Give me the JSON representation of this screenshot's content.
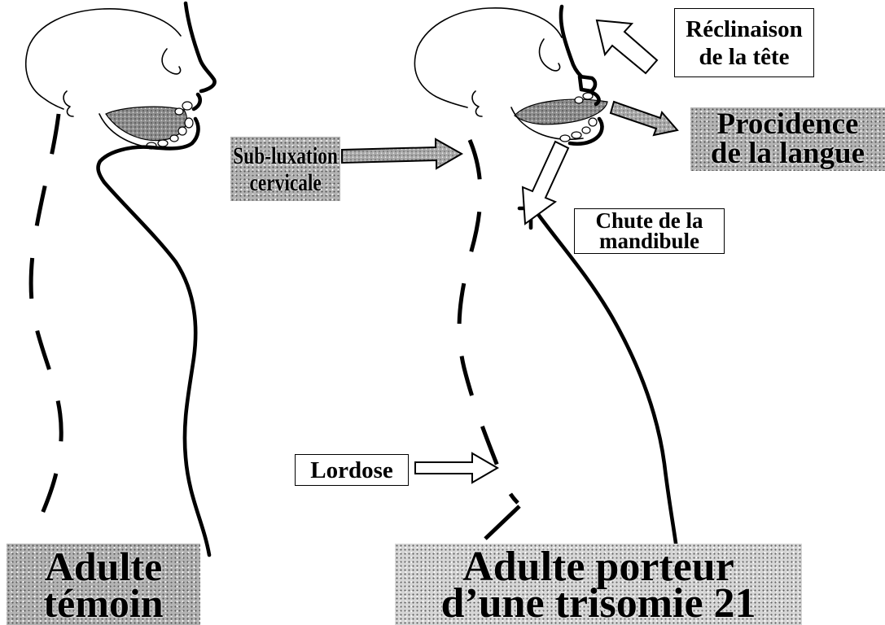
{
  "annotations": {
    "subluxation": {
      "line1": "Sub-luxation",
      "line2": "cervicale"
    },
    "reclinaison": {
      "line1": "Réclinaison",
      "line2": "de la tête"
    },
    "procidence": {
      "line1": "Procidence",
      "line2": "de la langue"
    },
    "chute_mandibule": {
      "line1": "Chute de la",
      "line2": "mandibule"
    },
    "lordose": {
      "line1": "Lordose"
    }
  },
  "captions": {
    "left": {
      "line1": "Adulte",
      "line2": "témoin"
    },
    "right": {
      "line1": "Adulte porteur",
      "line2": "d’une trisomie 21"
    }
  },
  "palette": {
    "ink": "#000000",
    "label_gray": "#b3b3b3",
    "caption_right_gray": "#d6d6d6",
    "tongue_gray": "#8c8c8c",
    "arrow_gray": "#a9a9a9"
  }
}
